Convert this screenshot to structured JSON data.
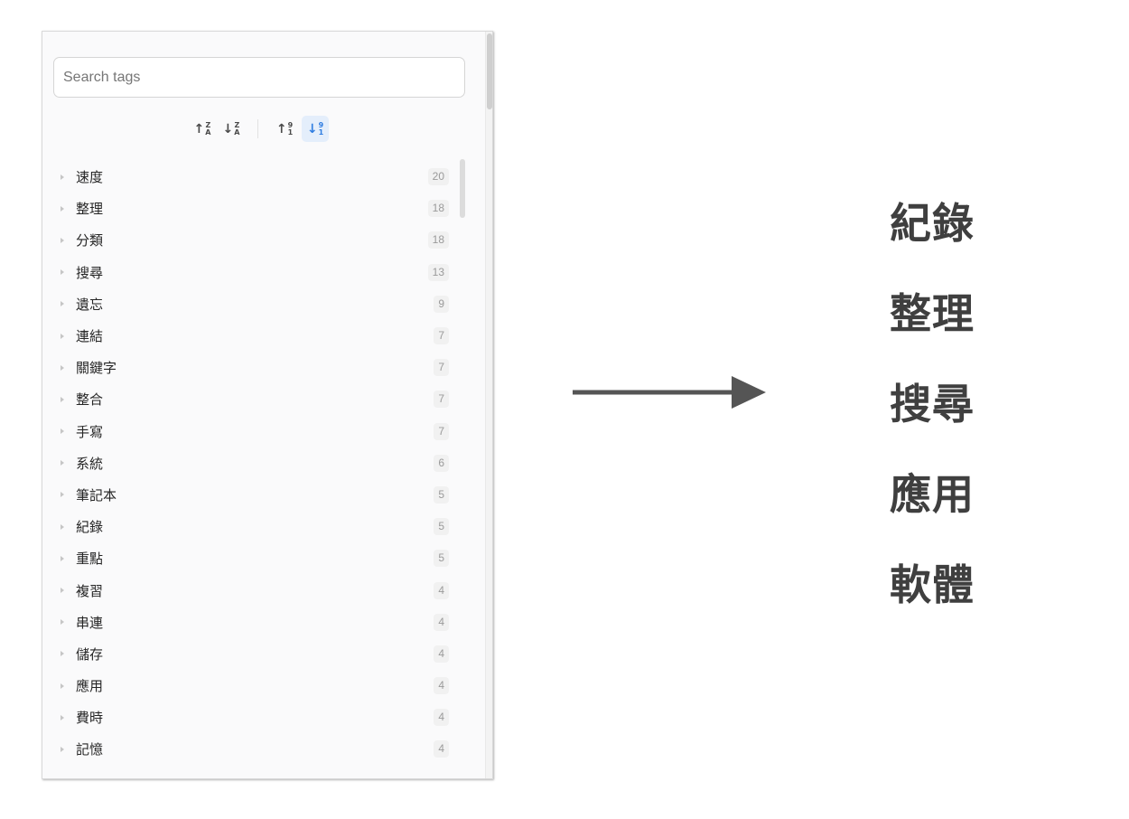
{
  "colors": {
    "accent": "#2f7de1",
    "accent_bg": "#e4eefb",
    "arrow": "#555555",
    "result_text": "#3f3f3f"
  },
  "tag_pane": {
    "search": {
      "placeholder": "Search tags",
      "value": ""
    },
    "sort_buttons": [
      {
        "icon": "sort-name-ascending-icon",
        "arrow": "↑",
        "top": "Z",
        "bottom": "A"
      },
      {
        "icon": "sort-name-descending-icon",
        "arrow": "↓",
        "top": "Z",
        "bottom": "A"
      },
      {
        "icon": "sort-count-ascending-icon",
        "arrow": "↑",
        "top": "9",
        "bottom": "1"
      },
      {
        "icon": "sort-count-descending-icon",
        "arrow": "↓",
        "top": "9",
        "bottom": "1"
      }
    ],
    "active_sort": 3,
    "tags": [
      {
        "name": "速度",
        "count": 20
      },
      {
        "name": "整理",
        "count": 18
      },
      {
        "name": "分類",
        "count": 18
      },
      {
        "name": "搜尋",
        "count": 13
      },
      {
        "name": "遺忘",
        "count": 9
      },
      {
        "name": "連結",
        "count": 7
      },
      {
        "name": "關鍵字",
        "count": 7
      },
      {
        "name": "整合",
        "count": 7
      },
      {
        "name": "手寫",
        "count": 7
      },
      {
        "name": "系統",
        "count": 6
      },
      {
        "name": "筆記本",
        "count": 5
      },
      {
        "name": "紀錄",
        "count": 5
      },
      {
        "name": "重點",
        "count": 5
      },
      {
        "name": "複習",
        "count": 4
      },
      {
        "name": "串連",
        "count": 4
      },
      {
        "name": "儲存",
        "count": 4
      },
      {
        "name": "應用",
        "count": 4
      },
      {
        "name": "費時",
        "count": 4
      },
      {
        "name": "記憶",
        "count": 4
      }
    ]
  },
  "arrow_icon": "right-arrow-icon",
  "result_list": [
    "紀錄",
    "整理",
    "搜尋",
    "應用",
    "軟體"
  ]
}
